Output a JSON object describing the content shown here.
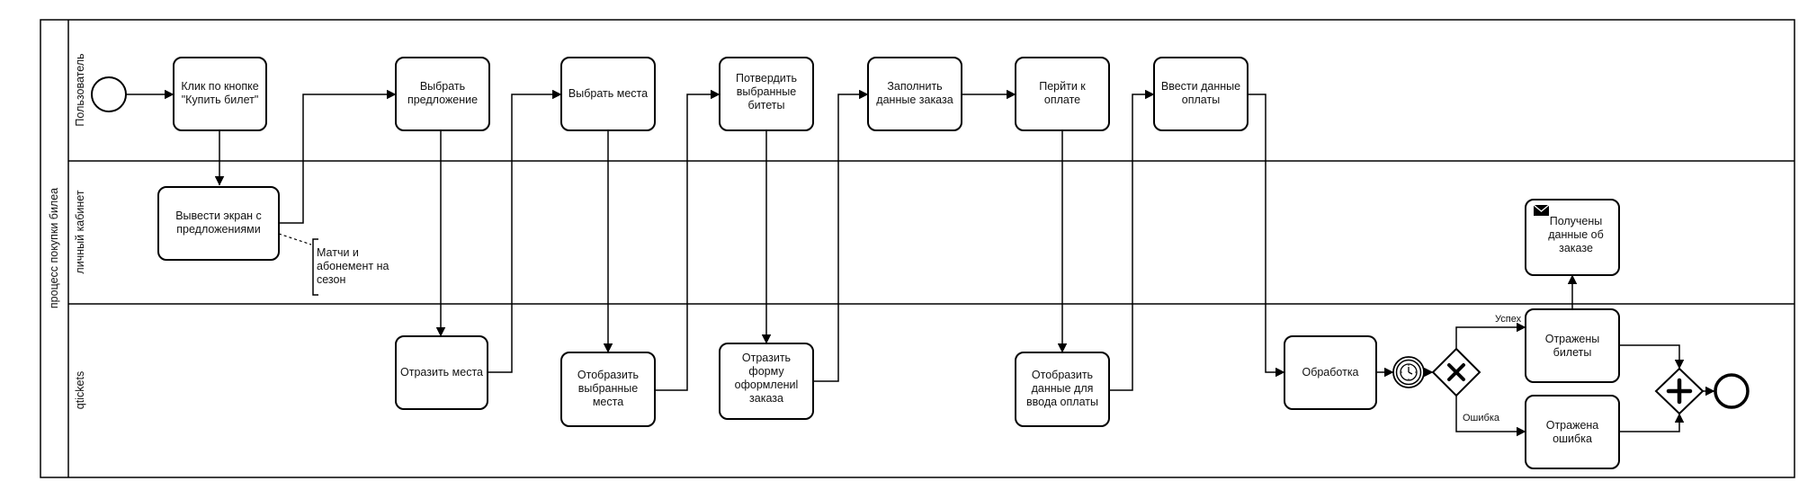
{
  "pool": {
    "label": "процесс покупки билеа"
  },
  "lanes": [
    {
      "id": "user",
      "label": "Пользователь"
    },
    {
      "id": "cabinet",
      "label": "личный кабинет"
    },
    {
      "id": "qtickets",
      "label": "qtickets"
    }
  ],
  "tasks": [
    {
      "id": "t1",
      "lines": [
        "Клик по кнопке",
        "\"Купить билет\""
      ]
    },
    {
      "id": "t2",
      "lines": [
        "Вывести экран с",
        "предложениями"
      ]
    },
    {
      "id": "t3",
      "lines": [
        "Выбрать",
        "предложение"
      ]
    },
    {
      "id": "t4",
      "lines": [
        "Отразить места"
      ]
    },
    {
      "id": "t5",
      "lines": [
        "Выбрать места"
      ]
    },
    {
      "id": "t6",
      "lines": [
        "Отобразить",
        "выбранные",
        "места"
      ]
    },
    {
      "id": "t7",
      "lines": [
        "Потвердить",
        "выбранные",
        "битеты"
      ]
    },
    {
      "id": "t8",
      "lines": [
        "Отразить",
        "форму",
        "оформлениl",
        "заказа"
      ]
    },
    {
      "id": "t9",
      "lines": [
        "Заполнить",
        "данные заказа"
      ]
    },
    {
      "id": "t10",
      "lines": [
        "Перйти к",
        "оплате"
      ]
    },
    {
      "id": "t11",
      "lines": [
        "Отобразить",
        "данные для",
        "ввода оплаты"
      ]
    },
    {
      "id": "t12",
      "lines": [
        "Ввести данные",
        "оплаты"
      ]
    },
    {
      "id": "t13",
      "lines": [
        "Обработка"
      ]
    },
    {
      "id": "t14",
      "lines": [
        "Отражены",
        "билеты"
      ]
    },
    {
      "id": "t15",
      "lines": [
        "Отражена",
        "ошибка"
      ]
    },
    {
      "id": "t16",
      "lines": [
        "Получены",
        "данные об",
        "заказе"
      ]
    }
  ],
  "annotation": {
    "lines": [
      "Матчи и",
      "абонемент на",
      "сезон"
    ]
  },
  "gateway_labels": {
    "success": "Успех",
    "error": "Ошибка"
  },
  "icons": {
    "start": "start-event-icon",
    "end": "end-event-icon",
    "timer": "timer-event-icon",
    "xor": "exclusive-gateway-icon",
    "and": "parallel-gateway-icon",
    "message": "envelope-icon"
  }
}
